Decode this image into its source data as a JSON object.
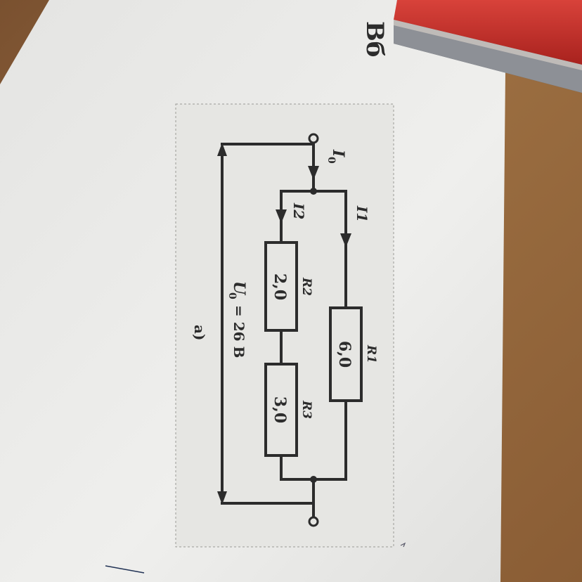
{
  "page_note": "Вб",
  "circuit": {
    "source_current": "I",
    "source_current_sub": "0",
    "branch1_current": "I1",
    "branch2_current": "I2",
    "resistors": [
      {
        "name": "R1",
        "value": "6,0"
      },
      {
        "name": "R2",
        "value": "2,0"
      },
      {
        "name": "R3",
        "value": "3,0"
      }
    ],
    "voltage_prefix": "U",
    "voltage_sub": "0",
    "voltage_value": "= 26 В",
    "figure_label": "а)"
  },
  "colors": {
    "desk": "#8b6238",
    "paper": "#ebebe8",
    "ink": "#2c2c2c",
    "book_red": "#c8312c"
  }
}
